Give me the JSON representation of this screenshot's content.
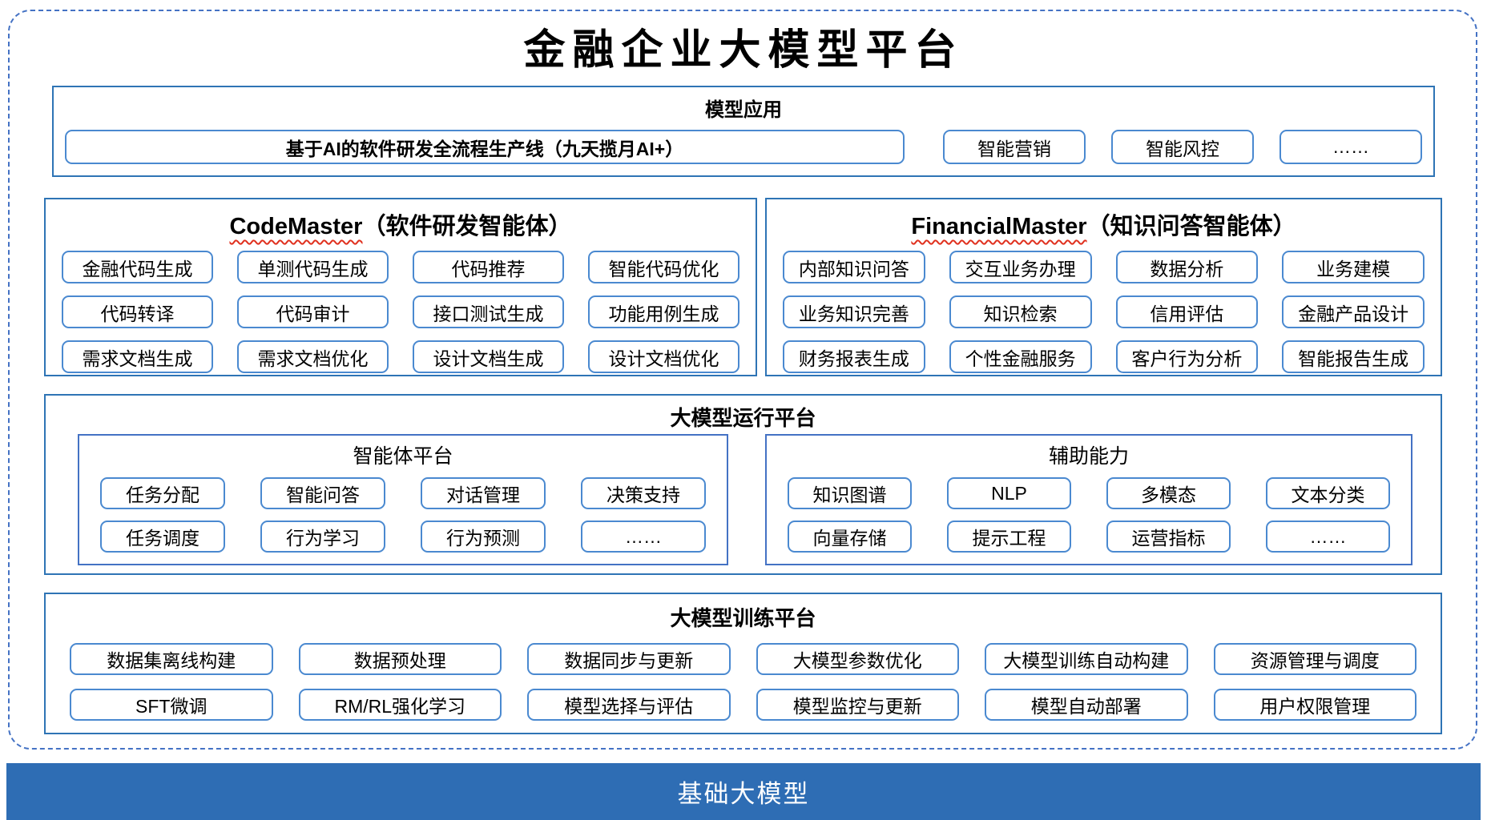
{
  "title": "金融企业大模型平台",
  "colors": {
    "dashed_border": "#4472C4",
    "section_border": "#2E74B5",
    "cell_border": "#4A89D0",
    "foundation_bar": "#2E6DB4",
    "squiggle_red": "#E0301E"
  },
  "model_app": {
    "title": "模型应用",
    "main_item": "基于AI的软件研发全流程生产线（九天揽月AI+）",
    "items": [
      "智能营销",
      "智能风控",
      "……"
    ]
  },
  "code_master": {
    "name": "CodeMaster",
    "subtitle": "（软件研发智能体）",
    "items": [
      "金融代码生成",
      "单测代码生成",
      "代码推荐",
      "智能代码优化",
      "代码转译",
      "代码审计",
      "接口测试生成",
      "功能用例生成",
      "需求文档生成",
      "需求文档优化",
      "设计文档生成",
      "设计文档优化"
    ]
  },
  "financial_master": {
    "name": "FinancialMaster",
    "subtitle": "（知识问答智能体）",
    "items": [
      "内部知识问答",
      "交互业务办理",
      "数据分析",
      "业务建模",
      "业务知识完善",
      "知识检索",
      "信用评估",
      "金融产品设计",
      "财务报表生成",
      "个性金融服务",
      "客户行为分析",
      "智能报告生成"
    ]
  },
  "runtime": {
    "title": "大模型运行平台",
    "agent_platform": {
      "title": "智能体平台",
      "items": [
        "任务分配",
        "智能问答",
        "对话管理",
        "决策支持",
        "任务调度",
        "行为学习",
        "行为预测",
        "……"
      ]
    },
    "aux_ability": {
      "title": "辅助能力",
      "items": [
        "知识图谱",
        "NLP",
        "多模态",
        "文本分类",
        "向量存储",
        "提示工程",
        "运营指标",
        "……"
      ]
    }
  },
  "training": {
    "title": "大模型训练平台",
    "items": [
      "数据集离线构建",
      "数据预处理",
      "数据同步与更新",
      "大模型参数优化",
      "大模型训练自动构建",
      "资源管理与调度",
      "SFT微调",
      "RM/RL强化学习",
      "模型选择与评估",
      "模型监控与更新",
      "模型自动部署",
      "用户权限管理"
    ]
  },
  "foundation": {
    "title": "基础大模型"
  }
}
